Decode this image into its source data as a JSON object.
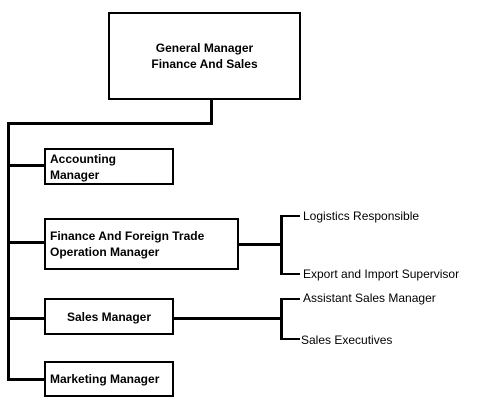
{
  "top": {
    "label": "General Manager\nFinance And Sales"
  },
  "managers": [
    {
      "label": "Accounting\nManager"
    },
    {
      "label": "Finance And Foreign Trade\nOperation Manager"
    },
    {
      "label": "Sales Manager"
    },
    {
      "label": "Marketing Manager"
    }
  ],
  "finance_reports": [
    {
      "label": "Logistics Responsible"
    },
    {
      "label": "Export and Import Supervisor"
    }
  ],
  "sales_reports": [
    {
      "label": "Assistant Sales Manager"
    },
    {
      "label": "Sales Executives"
    }
  ]
}
